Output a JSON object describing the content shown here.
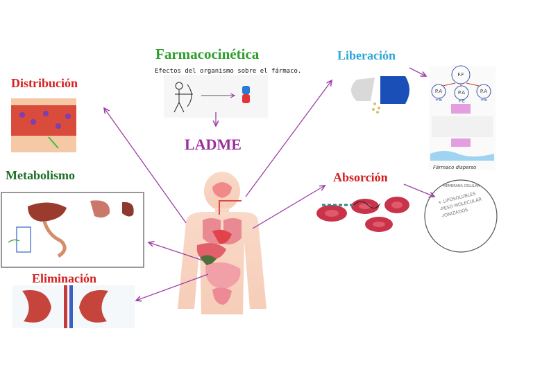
{
  "titles": {
    "farmacocinetica": "Farmacocinética",
    "subtitle": "Efectos del organismo sobre el fármaco.",
    "ladme": "LADME",
    "liberacion": "Liberación",
    "distribucion": "Distribución",
    "metabolismo": "Metabolismo",
    "eliminacion": "Eliminación",
    "absorcion": "Absorción"
  },
  "liberation_diagram": {
    "ff": "F.F",
    "pa": "P.A",
    "e": "+E",
    "caption": "Fármaco disperso"
  },
  "absorption_diagram": {
    "membrane": "MEMBRANA CELULAR",
    "items": [
      "+ LIPOSOLUBLES",
      "-PESO MOLECULAR",
      "-IONIZADOS"
    ]
  },
  "colors": {
    "arrow": "#9c3fa6",
    "red_title": "#d32020",
    "green_title": "#2e9e2e",
    "dark_green_title": "#1f6e2a",
    "blue_title": "#2aa7d6",
    "purple": "#9a2e9e"
  }
}
